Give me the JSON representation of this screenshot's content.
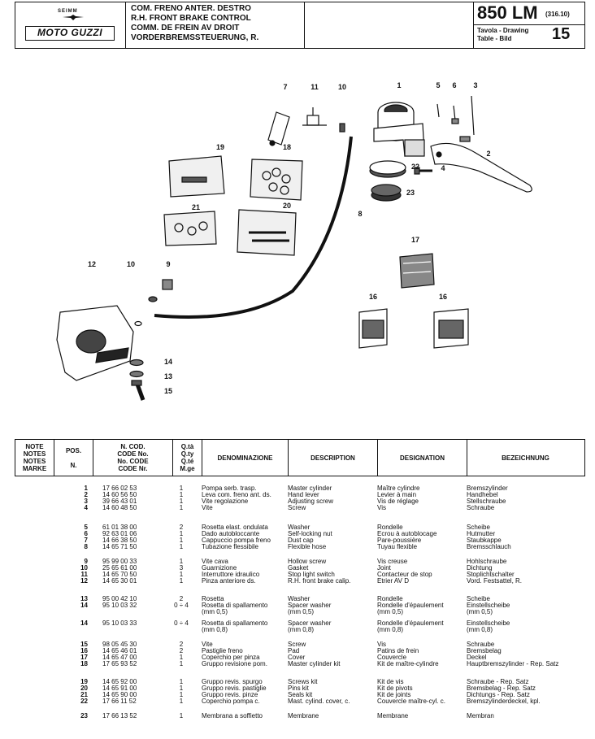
{
  "header": {
    "seimm": "SEIMM",
    "brand": "MOTO GUZZI",
    "title_lines": [
      "COM. FRENO ANTER. DESTRO",
      "R.H. FRONT BRAKE CONTROL",
      "COMM. DE FREIN AV DROIT",
      "VORDERBREMSSTEUERUNG, R."
    ],
    "model": "850 LM",
    "model_code": "(316.10)",
    "drawing_label_1": "Tavola - Drawing",
    "drawing_label_2": "Table - Bild",
    "drawing_number": "15"
  },
  "diagram": {
    "callouts": [
      "7",
      "11",
      "10",
      "1",
      "5",
      "6",
      "3",
      "2",
      "19",
      "18",
      "22",
      "4",
      "23",
      "21",
      "20",
      "8",
      "17",
      "12",
      "10",
      "9",
      "16",
      "16",
      "14",
      "13",
      "15"
    ]
  },
  "table_header": {
    "notes": "NOTE\nNOTES\nNOTES\nMARKE",
    "pos": "POS.\n\nN.",
    "code": "N. COD.\nCODE No.\nNo. CODE\nCODE Nr.",
    "qty": "Q.tà\nQ.ty\nQ.té\nM.ge",
    "it": "DENOMINAZIONE",
    "en": "DESCRIPTION",
    "fr": "DESIGNATION",
    "de": "BEZEICHNUNG"
  },
  "rows": [
    {
      "pos": "1",
      "code": "17 66 02 53",
      "qty": "1",
      "it": "Pompa serb. trasp.",
      "en": "Master cylinder",
      "fr": "Maître cylindre",
      "de": "Bremszylinder"
    },
    {
      "pos": "2",
      "code": "14 60 56 50",
      "qty": "1",
      "it": "Leva com. freno ant. ds.",
      "en": "Hand lever",
      "fr": "Levier à main",
      "de": "Handhebel"
    },
    {
      "pos": "3",
      "code": "39 66 43 01",
      "qty": "1",
      "it": "Vite regolazione",
      "en": "Adjusting screw",
      "fr": "Vis de réglage",
      "de": "Stellschraube"
    },
    {
      "pos": "4",
      "code": "14 60 48 50",
      "qty": "1",
      "it": "Vite",
      "en": "Screw",
      "fr": "Vis",
      "de": "Schraube"
    },
    {
      "pos": "5",
      "code": "61 01 38 00",
      "qty": "2",
      "it": "Rosetta elast. ondulata",
      "en": "Washer",
      "fr": "Rondelle",
      "de": "Scheibe"
    },
    {
      "pos": "6",
      "code": "92 63 01 06",
      "qty": "1",
      "it": "Dado autobloccante",
      "en": "Self-locking nut",
      "fr": "Ecrou à autoblocage",
      "de": "Hutmutter"
    },
    {
      "pos": "7",
      "code": "14 66 38 50",
      "qty": "1",
      "it": "Cappuccio pompa freno",
      "en": "Dust cap",
      "fr": "Pare-poussière",
      "de": "Staubkappe"
    },
    {
      "pos": "8",
      "code": "14 65 71 50",
      "qty": "1",
      "it": "Tubazione flessibile",
      "en": "Flexible hose",
      "fr": "Tuyau flexible",
      "de": "Bremsschlauch"
    },
    {
      "pos": "9",
      "code": "95 99 00 33",
      "qty": "1",
      "it": "Vite cava",
      "en": "Hollow screw",
      "fr": "Vis creuse",
      "de": "Hohlschraube"
    },
    {
      "pos": "10",
      "code": "25 65 61 00",
      "qty": "3",
      "it": "Guarnizione",
      "en": "Gasket",
      "fr": "Joint",
      "de": "Dichtung"
    },
    {
      "pos": "11",
      "code": "14 65 70 50",
      "qty": "1",
      "it": "Interruttore idraulico",
      "en": "Stop light switch",
      "fr": "Contacteur de stop",
      "de": "Stoplichtschalter"
    },
    {
      "pos": "12",
      "code": "14 65 30 01",
      "qty": "1",
      "it": "Pinza anteriore ds.",
      "en": "R.H. front brake calip.",
      "fr": "Etrier AV D",
      "de": "Vord. Festsattel, R."
    },
    {
      "pos": "13",
      "code": "95 00 42 10",
      "qty": "2",
      "it": "Rosetta",
      "en": "Washer",
      "fr": "Rondelle",
      "de": "Scheibe"
    },
    {
      "pos": "14",
      "code": "95 10 03 32",
      "qty": "0 ÷ 4",
      "it": "Rosetta di spallamento",
      "en": "Spacer washer",
      "fr": "Rondelle d'épaulement",
      "de": "Einstellscheibe"
    },
    {
      "pos": "",
      "code": "",
      "qty": "",
      "it": "(mm 0,5)",
      "en": "(mm 0,5)",
      "fr": "(mm 0,5)",
      "de": "(mm 0,5)"
    },
    {
      "pos": "14",
      "code": "95 10 03 33",
      "qty": "0 ÷ 4",
      "it": "Rosetta di spallamento",
      "en": "Spacer washer",
      "fr": "Rondelle d'épaulement",
      "de": "Einstellscheibe"
    },
    {
      "pos": "",
      "code": "",
      "qty": "",
      "it": "(mm 0,8)",
      "en": "(mm 0,8)",
      "fr": "(mm 0,8)",
      "de": "(mm 0,8)"
    },
    {
      "pos": "15",
      "code": "98 05 45 30",
      "qty": "2",
      "it": "Vite",
      "en": "Screw",
      "fr": "Vis",
      "de": "Schraube"
    },
    {
      "pos": "16",
      "code": "14 65 46 01",
      "qty": "2",
      "it": "Pastiglie freno",
      "en": "Pad",
      "fr": "Patins de frein",
      "de": "Bremsbelag"
    },
    {
      "pos": "17",
      "code": "14 65 47 00",
      "qty": "1",
      "it": "Coperchio per pinza",
      "en": "Cover",
      "fr": "Couvercle",
      "de": "Deckel"
    },
    {
      "pos": "18",
      "code": "17 65 93 52",
      "qty": "1",
      "it": "Gruppo revisione pom.",
      "en": "Master cylinder kit",
      "fr": "Kit de maître-cylindre",
      "de": "Hauptbremszylinder - Rep. Satz"
    },
    {
      "pos": "19",
      "code": "14 65 92 00",
      "qty": "1",
      "it": "Gruppo revis. spurgo",
      "en": "Screws kit",
      "fr": "Kit de vis",
      "de": "Schraube - Rep. Satz"
    },
    {
      "pos": "20",
      "code": "14 65 91 00",
      "qty": "1",
      "it": "Gruppo revis. pastiglie",
      "en": "Pins kit",
      "fr": "Kit de pivots",
      "de": "Bremsbelag - Rep. Satz"
    },
    {
      "pos": "21",
      "code": "14 65 90 00",
      "qty": "1",
      "it": "Gruppo revis. pinze",
      "en": "Seals kit",
      "fr": "Kit de joints",
      "de": "Dichtungs - Rep. Satz"
    },
    {
      "pos": "22",
      "code": "17 66 11 52",
      "qty": "1",
      "it": "Coperchio pompa c.",
      "en": "Mast. cylind. cover, c.",
      "fr": "Couvercle maître-cyl. c.",
      "de": "Bremszylinderdeckel, kpl."
    },
    {
      "pos": "23",
      "code": "17 66 13 52",
      "qty": "1",
      "it": "Membrana a soffietto",
      "en": "Membrane",
      "fr": "Membrane",
      "de": "Membran"
    }
  ]
}
